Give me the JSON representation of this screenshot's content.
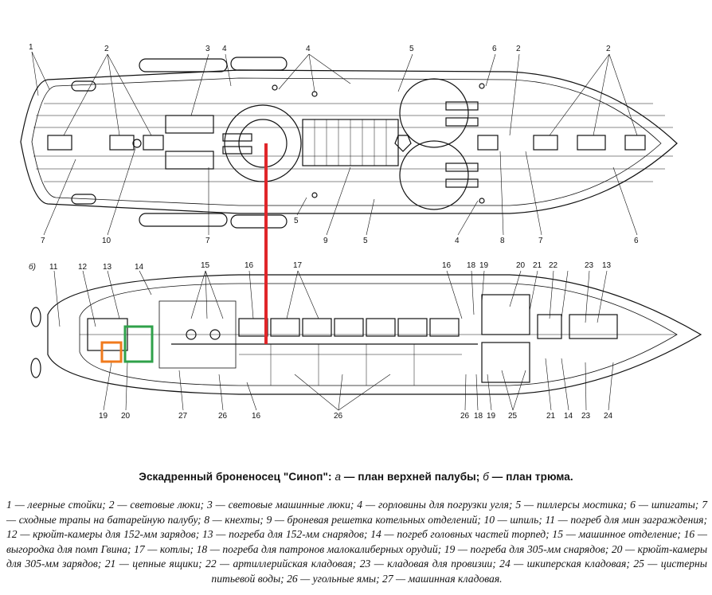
{
  "figure": {
    "caption_title": "Эскадренный броненосец \"Синоп\":",
    "caption_a_letter": "а",
    "caption_a_text": " — план верхней палубы;",
    "caption_b_letter": "б",
    "caption_b_text": " — план трюма.",
    "panel_b_label": "б)"
  },
  "legend": [
    {
      "n": "1",
      "text": "леерные стойки;"
    },
    {
      "n": "2",
      "text": "световые люки;"
    },
    {
      "n": "3",
      "text": "световые машинные люки;"
    },
    {
      "n": "4",
      "text": "горловины для погрузки угля;"
    },
    {
      "n": "5",
      "text": "пиллерсы мостика;"
    },
    {
      "n": "6",
      "text": "шпигаты;"
    },
    {
      "n": "7",
      "text": "сходные трапы на батарейную палубу;"
    },
    {
      "n": "8",
      "text": "кнехты;"
    },
    {
      "n": "9",
      "text": "броневая решетка котельных отделений;"
    },
    {
      "n": "10",
      "text": "шпиль;"
    },
    {
      "n": "11",
      "text": "погреб для мин заграждения;"
    },
    {
      "n": "12",
      "text": "крюйт-камеры для 152-мм зарядов;"
    },
    {
      "n": "13",
      "text": "погреба для 152-мм снарядов;"
    },
    {
      "n": "14",
      "text": "погреб головных частей торпед;"
    },
    {
      "n": "15",
      "text": "машинное отделение;"
    },
    {
      "n": "16",
      "text": "выгородка для помп Гвина;"
    },
    {
      "n": "17",
      "text": "котлы;"
    },
    {
      "n": "18",
      "text": "погреба для патронов малокалиберных орудий;"
    },
    {
      "n": "19",
      "text": "погреба для 305-мм снарядов;"
    },
    {
      "n": "20",
      "text": "крюйт-камеры для 305-мм зарядов;"
    },
    {
      "n": "21",
      "text": "цепные ящики;"
    },
    {
      "n": "22",
      "text": "артиллерийская кладовая;"
    },
    {
      "n": "23",
      "text": "кладовая для провизии;"
    },
    {
      "n": "24",
      "text": "шкиперская кладовая;"
    },
    {
      "n": "25",
      "text": "цистерны питьевой воды;"
    },
    {
      "n": "26",
      "text": "угольные ямы;"
    },
    {
      "n": "27",
      "text": "машинная кладовая."
    }
  ],
  "callouts_top": [
    "1",
    "2",
    "3",
    "4",
    "4",
    "5",
    "6",
    "2",
    "2",
    "7",
    "10",
    "7",
    "5",
    "9",
    "5",
    "4",
    "8",
    "7",
    "6"
  ],
  "callouts_bottom": [
    "11",
    "12",
    "13",
    "14",
    "15",
    "16",
    "17",
    "16",
    "18",
    "19",
    "20",
    "21",
    "22",
    "23",
    "13",
    "19",
    "20",
    "27",
    "26",
    "16",
    "26",
    "26",
    "18",
    "19",
    "25",
    "21",
    "14",
    "23",
    "24"
  ],
  "colors": {
    "highlight_red": "#e0262a",
    "highlight_green": "#2fa14a",
    "highlight_orange": "#f07a1c",
    "ink": "#111111"
  }
}
